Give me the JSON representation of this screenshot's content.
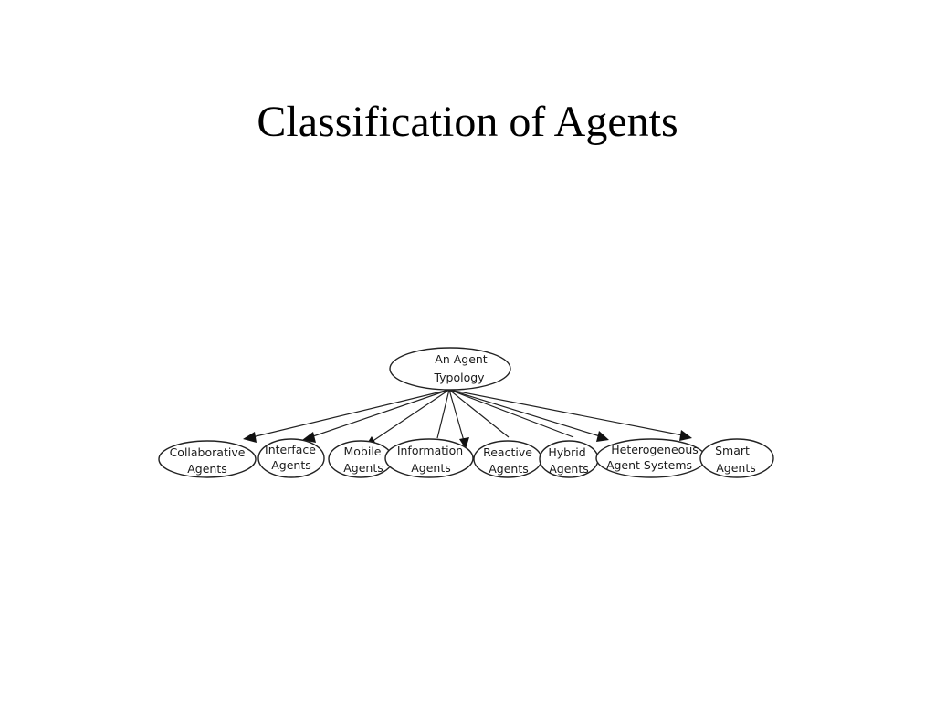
{
  "slide": {
    "title": "Classification of Agents"
  },
  "diagram": {
    "root": {
      "line1": "An Agent",
      "line2": "Typology"
    },
    "children": [
      {
        "id": "collaborative",
        "line1": "Collaborative",
        "line2": "Agents"
      },
      {
        "id": "interface",
        "line1": "Interface",
        "line2": "Agents"
      },
      {
        "id": "mobile",
        "line1": "Mobile",
        "line2": "Agents"
      },
      {
        "id": "information",
        "line1": "Information",
        "line2": "Agents"
      },
      {
        "id": "reactive",
        "line1": "Reactive",
        "line2": "Agents"
      },
      {
        "id": "hybrid",
        "line1": "Hybrid",
        "line2": "Agents"
      },
      {
        "id": "heterogeneous",
        "line1": "Heterogeneous",
        "line2": "Agent Systems"
      },
      {
        "id": "smart",
        "line1": "Smart",
        "line2": "Agents"
      }
    ]
  }
}
